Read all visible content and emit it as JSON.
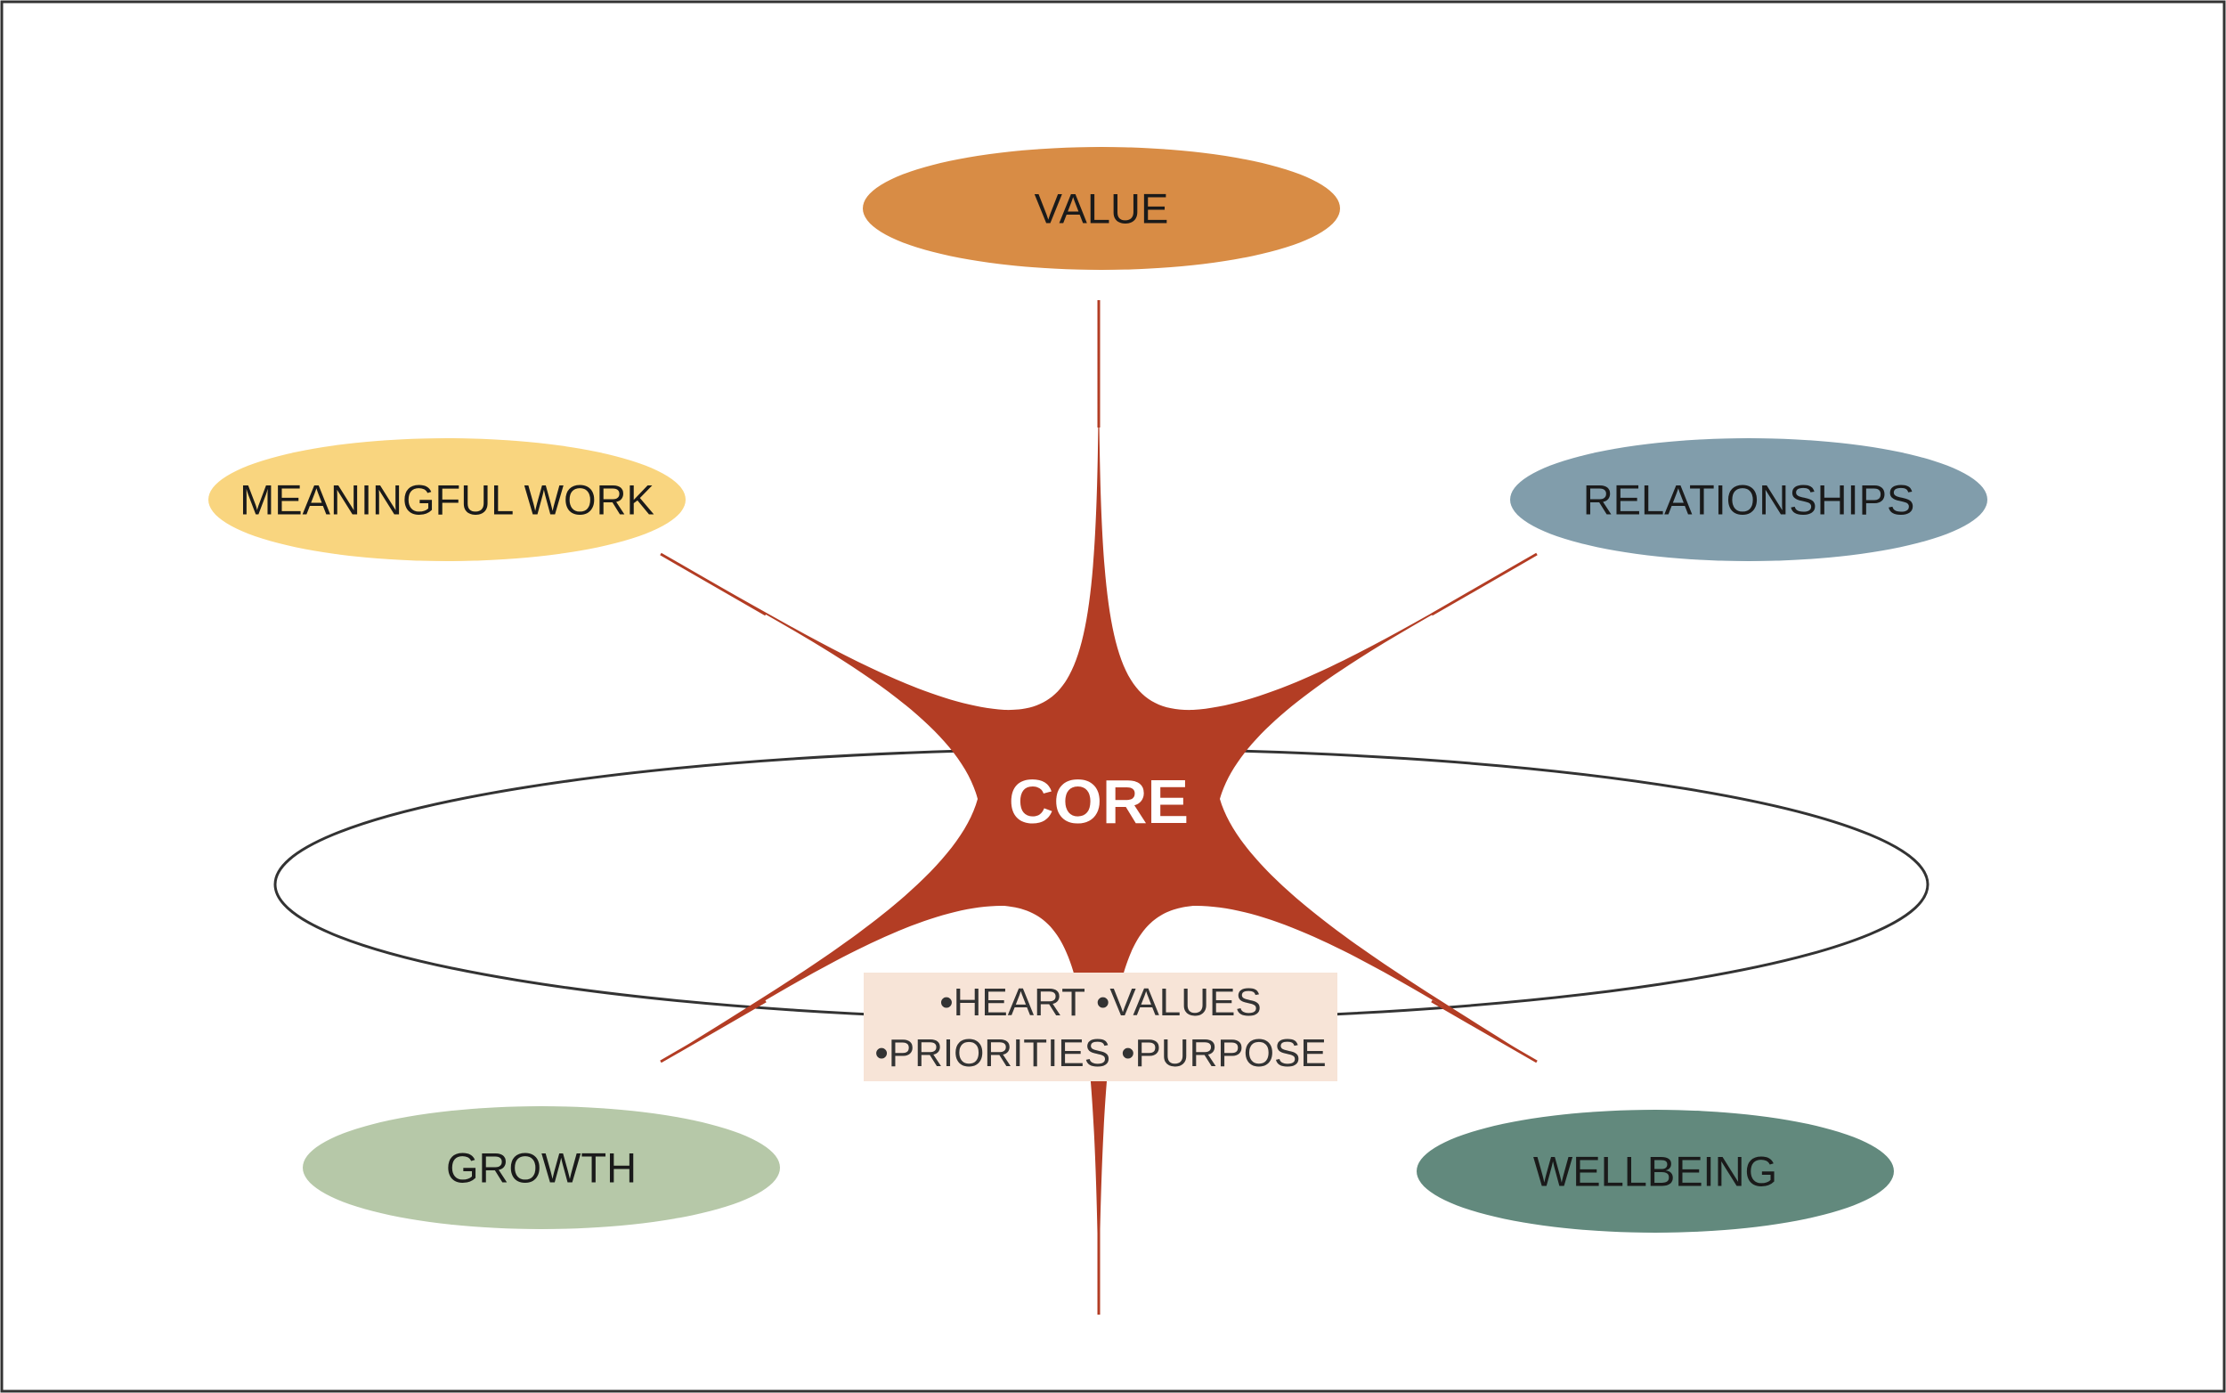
{
  "diagram": {
    "center": {
      "label": "CORE",
      "color": "#b33d24",
      "list": [
        [
          "HEART",
          "VALUES"
        ],
        [
          "PRIORITIES",
          "PURPOSE"
        ]
      ],
      "list_bullet": "•",
      "list_background": "#f7e4d7"
    },
    "nodes": [
      {
        "id": "value",
        "label": "VALUE",
        "color": "#d88c45"
      },
      {
        "id": "meaningful-work",
        "label": "MEANINGFUL WORK",
        "color": "#f9d57f"
      },
      {
        "id": "relationships",
        "label": "RELATIONSHIPS",
        "color": "#819dab"
      },
      {
        "id": "growth",
        "label": "GROWTH",
        "color": "#b6c8a8"
      },
      {
        "id": "wellbeing",
        "label": "WELLBEING",
        "color": "#62897d"
      }
    ],
    "connector_color": "#b33d24",
    "orbit_color": "#333333",
    "frame_color": "#333333"
  }
}
